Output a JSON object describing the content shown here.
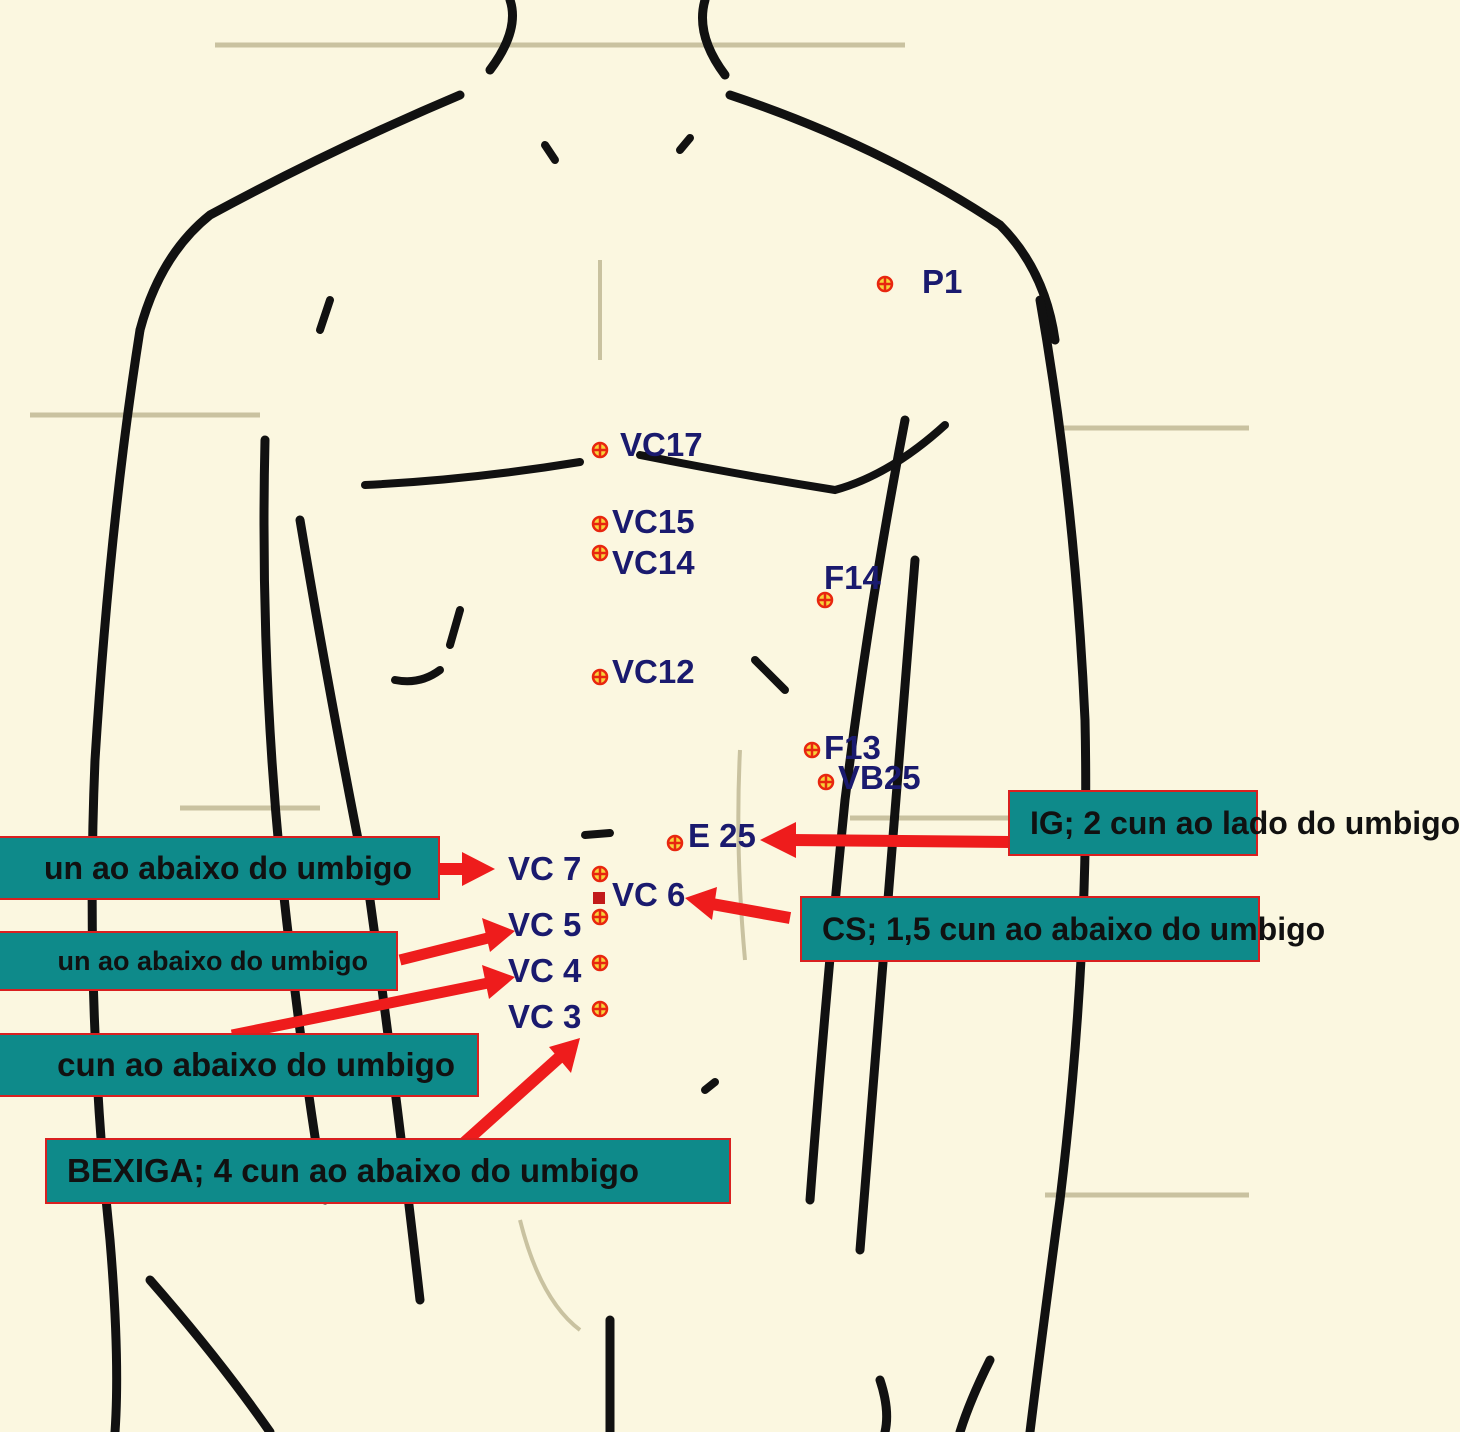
{
  "points": [
    {
      "id": "P1",
      "label": "P1"
    },
    {
      "id": "VC17",
      "label": "VC17"
    },
    {
      "id": "VC15",
      "label": "VC15"
    },
    {
      "id": "VC14",
      "label": "VC14"
    },
    {
      "id": "F14",
      "label": "F14"
    },
    {
      "id": "VC12",
      "label": "VC12"
    },
    {
      "id": "F13",
      "label": "F13"
    },
    {
      "id": "VB25",
      "label": "VB25"
    },
    {
      "id": "E25",
      "label": "E 25"
    },
    {
      "id": "VC7",
      "label": "VC 7"
    },
    {
      "id": "VC6",
      "label": "VC 6"
    },
    {
      "id": "VC5",
      "label": "VC 5"
    },
    {
      "id": "VC4",
      "label": "VC 4"
    },
    {
      "id": "VC3",
      "label": "VC 3"
    }
  ],
  "callouts": {
    "vc7": "un ao abaixo do umbigo",
    "vc5": "un ao abaixo do umbigo",
    "vc4": "cun ao abaixo do umbigo",
    "vc3": "BEXIGA; 4 cun ao abaixo do umbigo",
    "e25": "IG; 2 cun ao lado do umbigo",
    "vc6": "CS; 1,5 cun ao abaixo do umbigo"
  },
  "colors": {
    "background": "#fbf7e0",
    "outline": "#111111",
    "point_marker": "#e8260f",
    "label_text": "#1a1a6e",
    "callout_fill": "#0e8a8a",
    "callout_border": "#d92020",
    "arrow": "#ee1c1c"
  }
}
